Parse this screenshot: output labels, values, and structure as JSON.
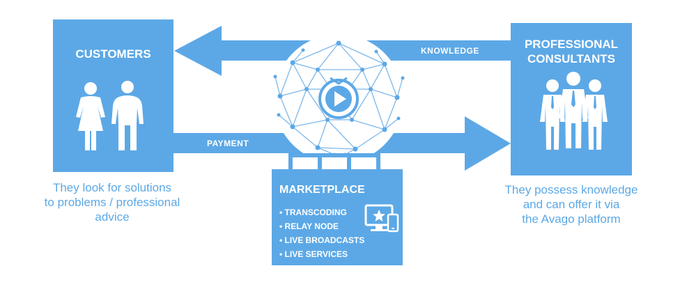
{
  "colors": {
    "box": "#5ca8e6",
    "arrow": "#5ca8e6",
    "caption": "#5ca8e6",
    "text_on_blue": "#ffffff"
  },
  "customers": {
    "title": "CUSTOMERS",
    "icon": "man-woman-icon",
    "caption_lines": [
      "They look for solutions",
      "to problems / professional",
      "advice"
    ]
  },
  "consultants": {
    "title_lines": [
      "PROFESSIONAL",
      "CONSULTANTS"
    ],
    "icon": "business-people-icon",
    "caption_lines": [
      "They possess knowledge",
      "and can offer it via",
      "the Avago platform"
    ]
  },
  "arrows": {
    "knowledge": "KNOWLEDGE",
    "payment": "PAYMENT"
  },
  "network": {
    "icon": "network-play-icon"
  },
  "marketplace": {
    "title": "MARKETPLACE",
    "icon": "devices-star-icon",
    "items": [
      "TRANSCODING",
      "RELAY NODE",
      "LIVE BROADCASTS",
      "LIVE SERVICES"
    ]
  }
}
